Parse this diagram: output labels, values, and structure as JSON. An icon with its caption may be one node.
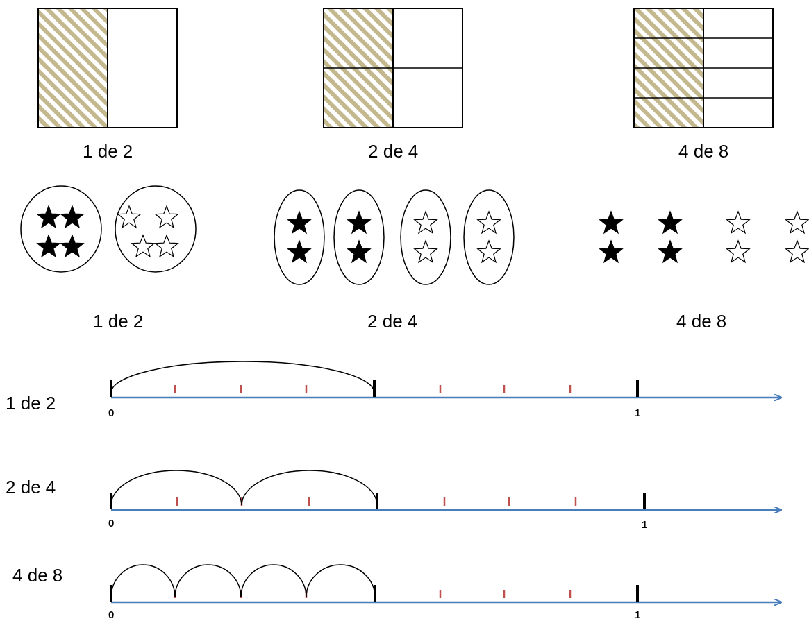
{
  "diagram": {
    "labels": [
      "1 de 2",
      "2 de 4",
      "4 de 8",
      "1 de 2",
      "2 de 4",
      "4 de 8",
      "1 de 2",
      "0",
      "1",
      "2 de 4",
      "0",
      "1",
      "4 de 8",
      "0",
      "1"
    ]
  }
}
